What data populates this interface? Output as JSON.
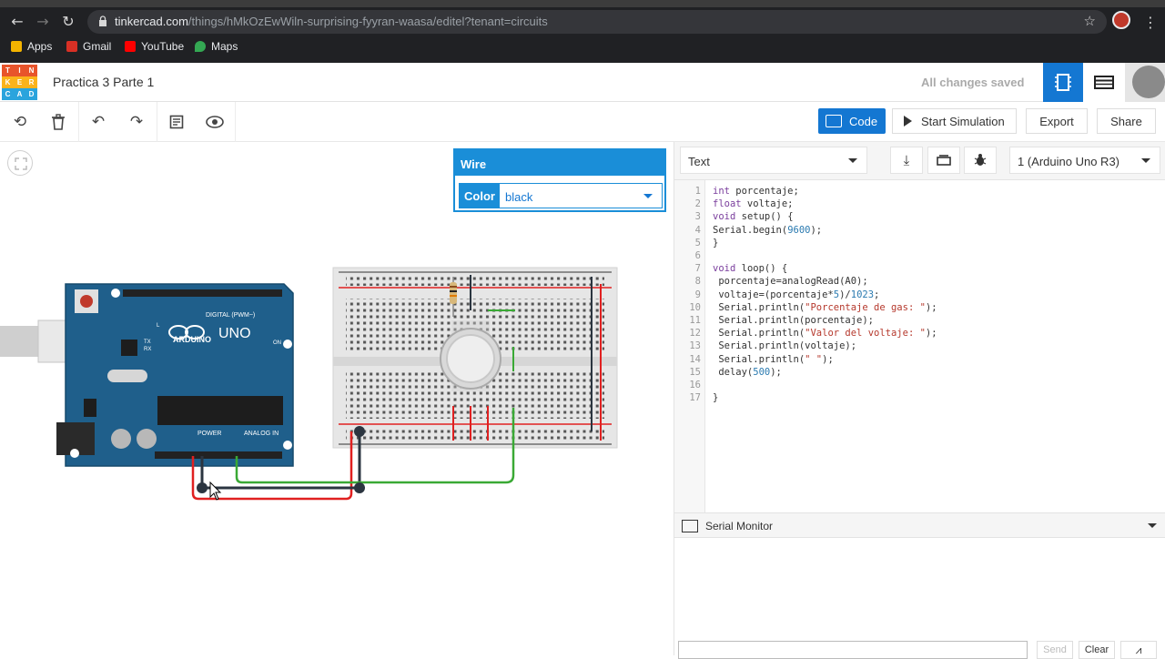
{
  "browser": {
    "url_host": "tinkercad.com",
    "url_path": "/things/hMkOzEwWiln-surprising-fyyran-waasa/editel?tenant=circuits",
    "bookmarks": [
      {
        "label": "Apps",
        "color": "#f4b400"
      },
      {
        "label": "Gmail",
        "color": "#d93025"
      },
      {
        "label": "YouTube",
        "color": "#ff0000"
      },
      {
        "label": "Maps",
        "color": "#34a853"
      }
    ]
  },
  "app": {
    "logo_letters": [
      "T",
      "I",
      "N",
      "K",
      "E",
      "R",
      "C",
      "A",
      "D"
    ],
    "logo_colors": [
      "#e8542b",
      "#e8542b",
      "#e8542b",
      "#fbb31b",
      "#fbb31b",
      "#fbb31b",
      "#2aa4dd",
      "#2aa4dd",
      "#2aa4dd"
    ],
    "title": "Practica 3 Parte 1",
    "save_status": "All changes saved"
  },
  "toolbar": {
    "code_label": "Code",
    "simulate_label": "Start Simulation",
    "export_label": "Export",
    "share_label": "Share"
  },
  "wire_inspector": {
    "heading": "Wire",
    "color_label": "Color",
    "color_value": "black"
  },
  "code_panel": {
    "mode": "Text",
    "board": "1 (Arduino Uno R3)",
    "lines": [
      "int porcentaje;",
      "float voltaje;",
      "void setup() {",
      "Serial.begin(9600);",
      "}",
      "",
      "void loop() {",
      " porcentaje=analogRead(A0);",
      " voltaje=(porcentaje*5)/1023;",
      " Serial.println(\"Porcentaje de gas: \");",
      " Serial.println(porcentaje);",
      " Serial.println(\"Valor del voltaje: \");",
      " Serial.println(voltaje);",
      " Serial.println(\" \");",
      " delay(500);",
      "",
      "}"
    ]
  },
  "serial_monitor": {
    "title": "Serial Monitor",
    "send_label": "Send",
    "clear_label": "Clear"
  },
  "board_labels": {
    "brand": "ARDUINO",
    "model": "UNO",
    "digital": "DIGITAL (PWM~)",
    "power": "POWER",
    "analog": "ANALOG IN",
    "on": "ON",
    "tx": "TX",
    "rx": "RX",
    "l": "L"
  },
  "colors": {
    "accent": "#1477d2",
    "panel_blue": "#1a8ed8",
    "arduino_blue": "#1f5f8b",
    "wire_red": "#e02020",
    "wire_green": "#3aa935",
    "wire_black": "#2b3540"
  }
}
